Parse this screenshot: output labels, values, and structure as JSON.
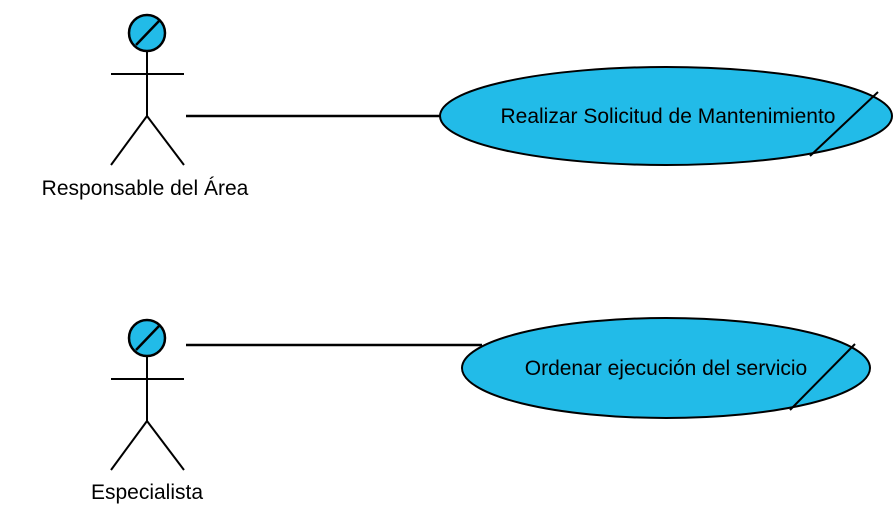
{
  "diagram": {
    "actors": [
      {
        "id": "responsable",
        "label": "Responsable del Área"
      },
      {
        "id": "especialista",
        "label": "Especialista"
      }
    ],
    "use_cases": [
      {
        "id": "solicitud",
        "label": "Realizar Solicitud de Mantenimiento"
      },
      {
        "id": "ejecucion",
        "label": "Ordenar ejecución del servicio"
      }
    ],
    "associations": [
      {
        "actor": "responsable",
        "use_case": "solicitud"
      },
      {
        "actor": "especialista",
        "use_case": "ejecucion"
      }
    ],
    "colors": {
      "use_case_fill": "#22BBE8",
      "actor_head_fill": "#22BBE8",
      "stroke": "#000000"
    }
  }
}
